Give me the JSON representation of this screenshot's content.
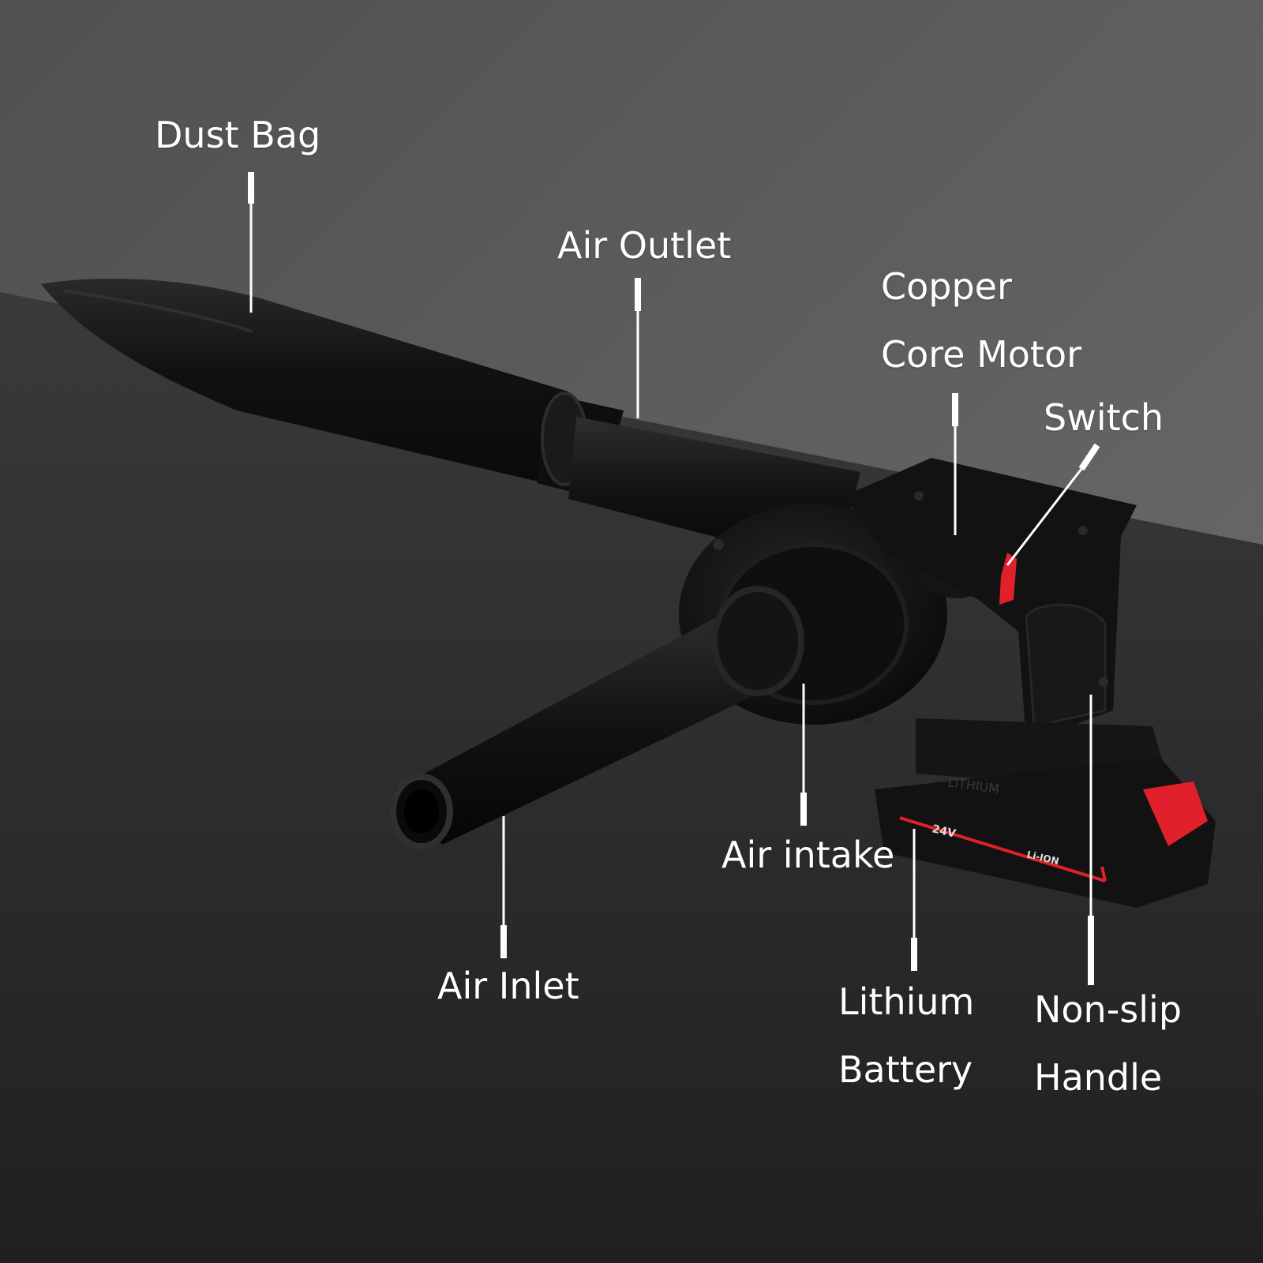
{
  "labels": {
    "dust_bag": "Dust Bag",
    "air_outlet": "Air Outlet",
    "motor_line1": "Copper",
    "motor_line2": "Core Motor",
    "switch": "Switch",
    "air_intake": "Air intake",
    "air_inlet": "Air Inlet",
    "battery_line1": "Lithium",
    "battery_line2": "Battery",
    "handle_line1": "Non-slip",
    "handle_line2": "Handle"
  },
  "battery_print": {
    "voltage": "24V",
    "chemistry": "Li-ION",
    "brand": "LITHIUM"
  },
  "colors": {
    "background_top": "#5a5a5c",
    "background_bottom": "#262628",
    "tool_body": "#141414",
    "accent_red": "#e0202a",
    "leader_line": "#ffffff"
  }
}
